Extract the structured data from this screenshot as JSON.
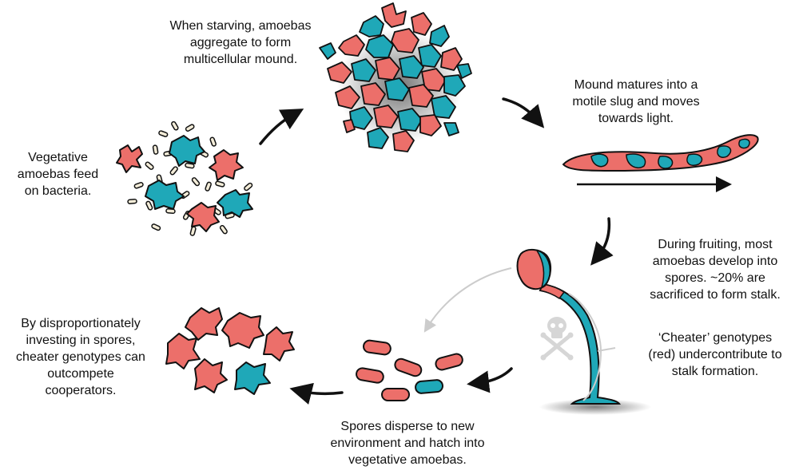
{
  "colors": {
    "red": "#ec6f6a",
    "teal": "#1fa8b8",
    "outline": "#111111",
    "bacteria_fill": "#f3ecd8",
    "arrow": "#111111",
    "faint_arrow": "#cccccc",
    "skull": "#d6d6d6"
  },
  "icons": [
    "skull-crossbones-icon"
  ],
  "labels": {
    "vegetative": "Vegetative\namoebas feed\non bacteria.",
    "starving": "When starving, amoebas\naggregate to form\nmulticellular mound.",
    "slug": "Mound matures into a\nmotile slug and moves\ntowards light.",
    "fruiting": "During fruiting, most\namoebas develop into\nspores.  ~20% are\nsacrificed to form stalk.",
    "cheater_stalk": "‘Cheater’ genotypes\n(red) undercontribute to\nstalk formation.",
    "spores": "Spores disperse to new\nenvironment and hatch into\nvegetative amoebas.",
    "outcompete": "By disproportionately\ninvesting in spores,\ncheater genotypes can\noutcompete\ncooperators."
  }
}
